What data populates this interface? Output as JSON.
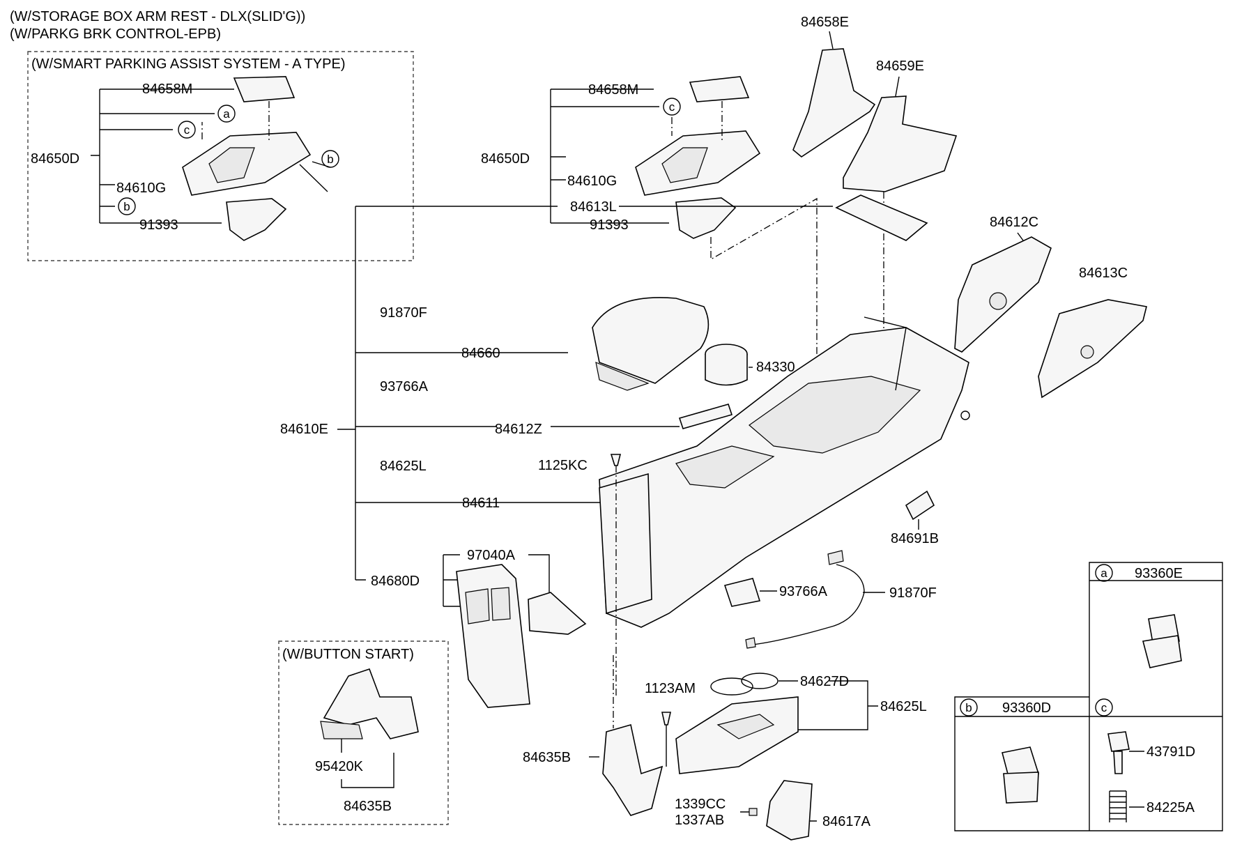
{
  "headers": {
    "line1": "(W/STORAGE BOX ARM REST - DLX(SLID'G))",
    "line2": "(W/PARKG BRK CONTROL-EPB)",
    "smart_parking": "(W/SMART PARKING ASSIST SYSTEM - A TYPE)",
    "button_start": "(W/BUTTON START)"
  },
  "callouts": {
    "a": "a",
    "b": "b",
    "c": "c"
  },
  "left_box": {
    "p84658M": "84658M",
    "p84650D": "84650D",
    "p84610G": "84610G",
    "p91393": "91393"
  },
  "mid_top": {
    "p84658M": "84658M",
    "p84650D": "84650D",
    "p84610G": "84610G",
    "p91393": "91393"
  },
  "parts": {
    "p84658E": "84658E",
    "p84659E": "84659E",
    "p84612C": "84612C",
    "p84613C": "84613C",
    "p84613L": "84613L",
    "p91870F_a": "91870F",
    "p84660": "84660",
    "p84330": "84330",
    "p93766A_a": "93766A",
    "p84610E": "84610E",
    "p84612Z": "84612Z",
    "p84625L_a": "84625L",
    "p1125KC": "1125KC",
    "p84611": "84611",
    "p84691B": "84691B",
    "p97040A": "97040A",
    "p84680D": "84680D",
    "p93766A_b": "93766A",
    "p91870F_b": "91870F",
    "p1123AM": "1123AM",
    "p84627D": "84627D",
    "p84625L_b": "84625L",
    "p84635B_a": "84635B",
    "p1339CC": "1339CC",
    "p1337AB": "1337AB",
    "p84617A": "84617A",
    "p95420K": "95420K",
    "p84635B_b": "84635B"
  },
  "legend": {
    "a_part": "93360E",
    "b_part": "93360D",
    "c_part1": "43791D",
    "c_part2": "84225A"
  }
}
